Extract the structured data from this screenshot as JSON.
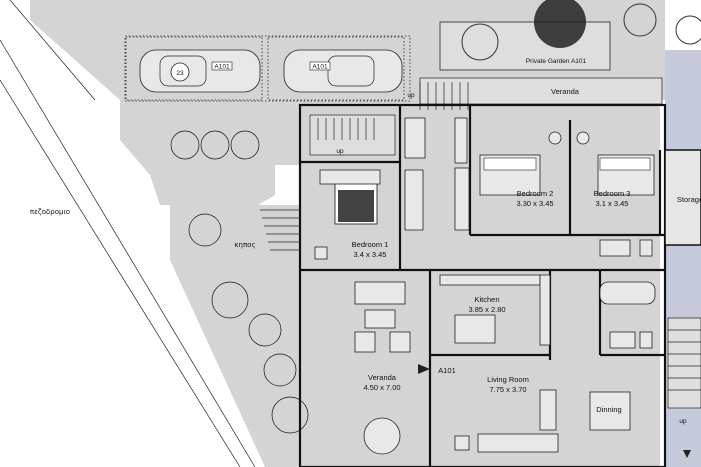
{
  "road": {
    "label": "πεζοδρομιο"
  },
  "garden": {
    "label": "κηπος"
  },
  "parking": {
    "spot_number": "23",
    "car_tags": [
      "A101",
      "A101"
    ]
  },
  "private_garden": {
    "label": "Private Garden A101"
  },
  "rooms": {
    "veranda_top": {
      "name": "Veranda"
    },
    "bedroom1": {
      "name": "Bedroom 1",
      "size": "3.4 x 3.45"
    },
    "bedroom2": {
      "name": "Bedroom 2",
      "size": "3.30 x 3.45"
    },
    "bedroom3": {
      "name": "Bedroom 3",
      "size": "3.1 x 3.45"
    },
    "storage": {
      "name": "Storage"
    },
    "kitchen": {
      "name": "Kitchen",
      "size": "3.85 x 2.80"
    },
    "veranda_main": {
      "name": "Veranda",
      "size": "4.50 x 7.00"
    },
    "living": {
      "name": "Living Room",
      "size": "7.75 x 3.70"
    },
    "dining": {
      "name": "Dinning"
    }
  },
  "entrance": {
    "label": "A101"
  },
  "stairs": {
    "up_labels": [
      "up",
      "up",
      "up"
    ]
  },
  "colors": {
    "shade": "#d4d4d4",
    "neighbor": "#c6c9d9",
    "walls": "#111111"
  }
}
